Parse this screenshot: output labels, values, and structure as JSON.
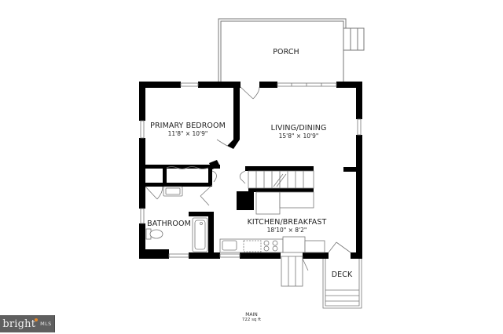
{
  "floor": {
    "name": "MAIN",
    "area": "722 sq ft"
  },
  "rooms": [
    {
      "id": "porch",
      "name": "PORCH",
      "dimensions": ""
    },
    {
      "id": "primary-bedroom",
      "name": "PRIMARY BEDROOM",
      "dimensions": "11'8\" × 10'9\""
    },
    {
      "id": "living-dining",
      "name": "LIVING/DINING",
      "dimensions": "15'8\" × 10'9\""
    },
    {
      "id": "bathroom",
      "name": "BATHROOM",
      "dimensions": ""
    },
    {
      "id": "kitchen-breakfast",
      "name": "KITCHEN/BREAKFAST",
      "dimensions": "18'10\" × 8'2\""
    },
    {
      "id": "deck",
      "name": "DECK",
      "dimensions": ""
    }
  ],
  "logo": {
    "word": "bright",
    "suffix": "MLS",
    "accent_color": "#e8892a",
    "background": "#5f5f5f"
  },
  "colors": {
    "wall": "#000000",
    "line": "#555555",
    "background": "#ffffff"
  }
}
